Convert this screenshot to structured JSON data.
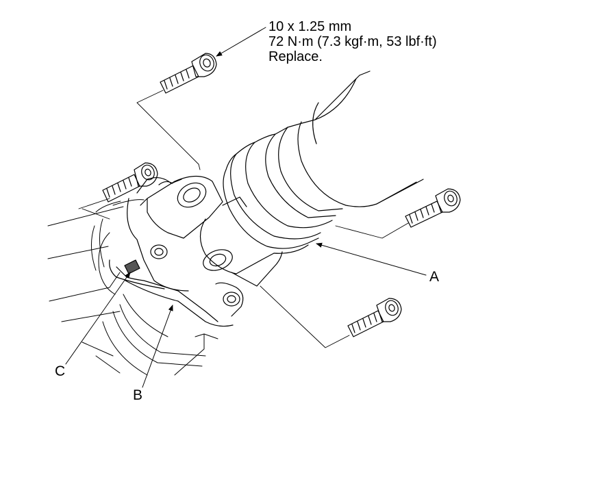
{
  "spec": {
    "size": "10 x 1.25 mm",
    "torque": "72 N·m (7.3 kgf·m, 53 lbf·ft)",
    "note": "Replace."
  },
  "callouts": {
    "a": "A",
    "b": "B",
    "c": "C"
  },
  "colors": {
    "line": "#000000",
    "background": "#ffffff"
  }
}
